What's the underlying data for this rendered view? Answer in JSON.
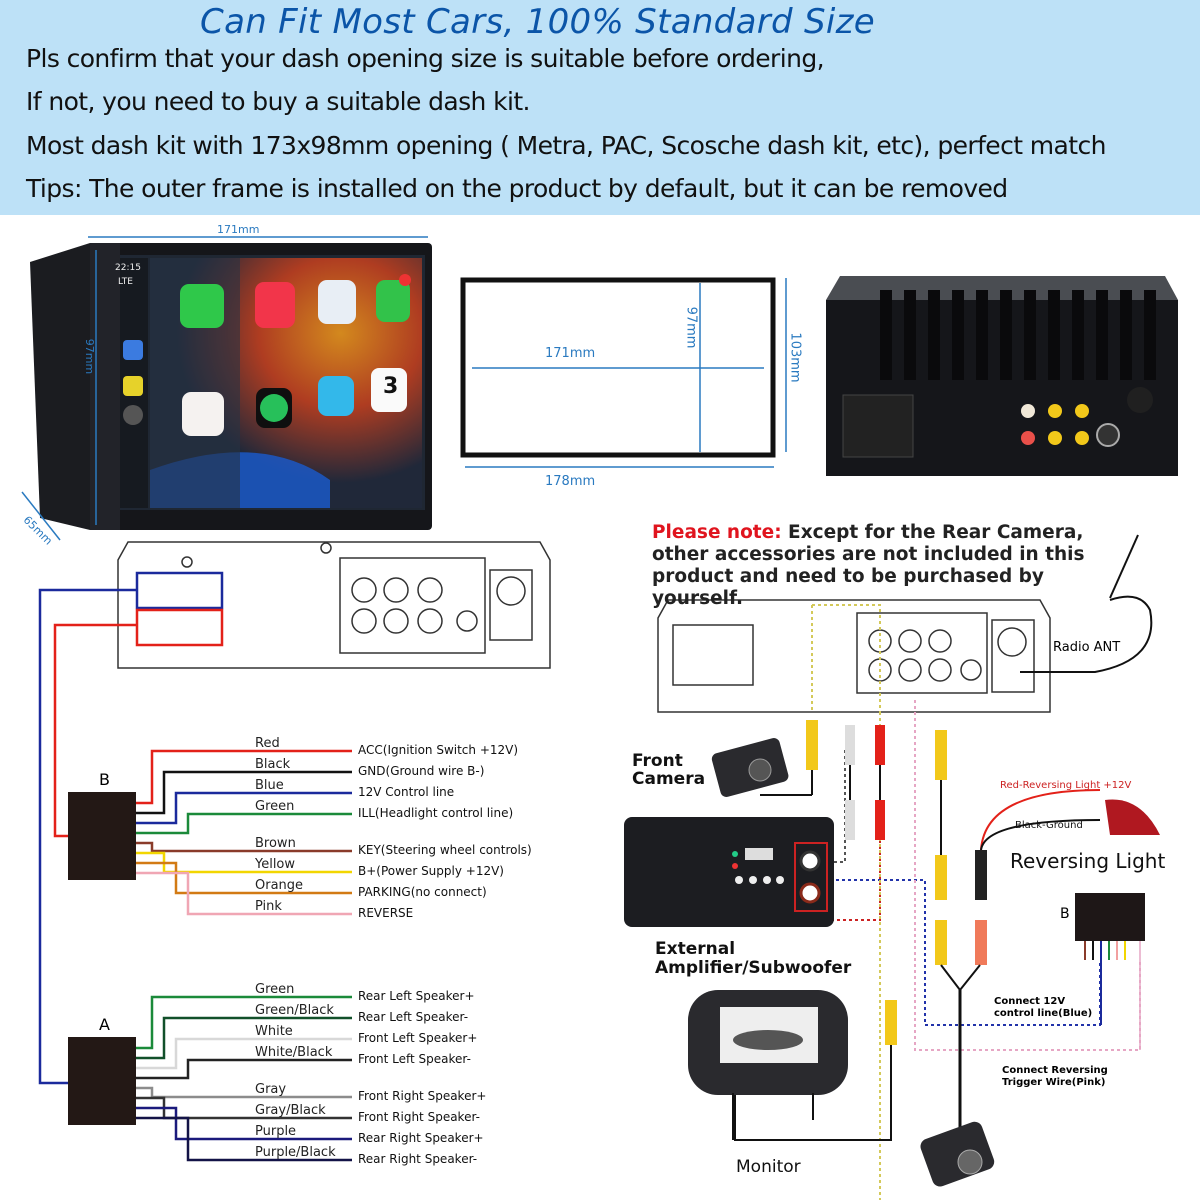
{
  "header": {
    "title": "Can Fit Most Cars, 100% Standard Size",
    "lines": [
      "Pls confirm that your dash opening size is suitable before ordering,",
      "If not, you need to buy a suitable dash kit.",
      "Most dash kit with 173x98mm opening ( Metra, PAC, Scosche dash kit, etc), perfect match",
      "Tips: The outer frame is installed on the product by default, but it can be removed"
    ],
    "bg_color": "#bde1f7",
    "title_color": "#0b55a8"
  },
  "dimensions": {
    "unit_width": "171mm",
    "unit_height": "97mm",
    "unit_depth": "65mm",
    "frame_inner_width": "171mm",
    "frame_inner_height": "97mm",
    "frame_outer_width": "178mm",
    "frame_outer_height": "103mm"
  },
  "screen": {
    "status_time": "22:15",
    "status_signal": "LTE",
    "apps": [
      "Phone",
      "Music",
      "Maps",
      "Messages",
      "Now Playing",
      "Spotify",
      "Waze",
      "Calendar"
    ],
    "calendar_day": "3"
  },
  "note": {
    "prefix": "Please note:",
    "text": " Except for the Rear Camera, other accessories are not included in this product and need to be purchased by yourself."
  },
  "connector_b": {
    "label": "B",
    "wires": [
      {
        "color_name": "Red",
        "function": "ACC(Ignition Switch +12V)",
        "hex": "#e32119"
      },
      {
        "color_name": "Black",
        "function": "GND(Ground wire B-)",
        "hex": "#111111"
      },
      {
        "color_name": "Blue",
        "function": "12V Control line",
        "hex": "#1b2a9c"
      },
      {
        "color_name": "Green",
        "function": "ILL(Headlight control line)",
        "hex": "#1b8a3a"
      },
      {
        "color_name": "Brown",
        "function": "KEY(Steering wheel controls)",
        "hex": "#8a3b2a"
      },
      {
        "color_name": "Yellow",
        "function": "B+(Power Supply +12V)",
        "hex": "#f2d600"
      },
      {
        "color_name": "Orange",
        "function": "PARKING(no connect)",
        "hex": "#d27a14"
      },
      {
        "color_name": "Pink",
        "function": "REVERSE",
        "hex": "#f0a6b4"
      }
    ]
  },
  "connector_a": {
    "label": "A",
    "wires": [
      {
        "color_name": "Green",
        "function": "Rear Left Speaker+",
        "hex": "#1b8a3a"
      },
      {
        "color_name": "Green/Black",
        "function": "Rear Left Speaker-",
        "hex": "#12502a"
      },
      {
        "color_name": "White",
        "function": "Front Left Speaker+",
        "hex": "#d8d8d8"
      },
      {
        "color_name": "White/Black",
        "function": "Front Left Speaker-",
        "hex": "#222222"
      },
      {
        "color_name": "Gray",
        "function": "Front Right Speaker+",
        "hex": "#8c8c8c"
      },
      {
        "color_name": "Gray/Black",
        "function": "Front Right Speaker-",
        "hex": "#333333"
      },
      {
        "color_name": "Purple",
        "function": "Rear Right Speaker+",
        "hex": "#1b1a7c"
      },
      {
        "color_name": "Purple/Black",
        "function": "Rear Right Speaker-",
        "hex": "#131347"
      }
    ]
  },
  "accessories": {
    "radio_ant": "Radio ANT",
    "front_camera": "Front Camera",
    "amplifier": "External Amplifier/Subwoofer",
    "monitor": "Monitor",
    "reversing_light": "Reversing Light",
    "red_wire": "Red-Reversing Light +12V",
    "black_wire": "Black-Ground",
    "connect_12v": "Connect 12V control line(Blue)",
    "connect_reverse": "Connect Reversing Trigger Wire(Pink)",
    "b_small": "B"
  }
}
